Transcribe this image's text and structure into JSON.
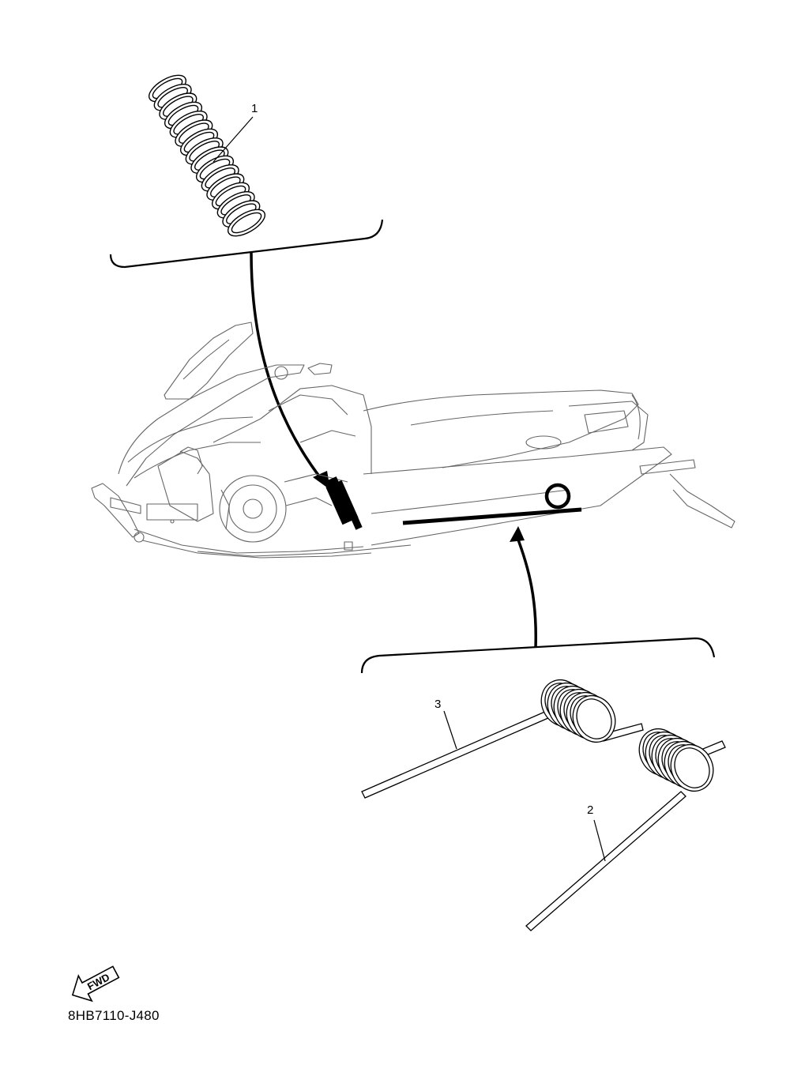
{
  "callouts": [
    {
      "id": "1",
      "label": "1"
    },
    {
      "id": "2",
      "label": "2"
    },
    {
      "id": "3",
      "label": "3"
    }
  ],
  "fwd_label": "FWD",
  "part_code": "8HB7110-J480",
  "colors": {
    "line": "#000000",
    "outline": "#555555",
    "background": "#ffffff"
  },
  "icons": [
    "fwd-arrow-icon"
  ]
}
